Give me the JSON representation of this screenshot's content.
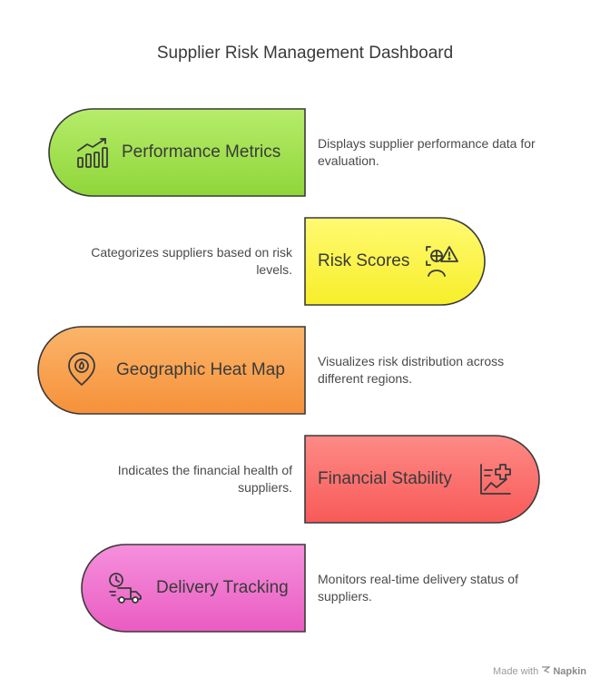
{
  "title": "Supplier Risk Management Dashboard",
  "colors": {
    "performance": "#9fe14a",
    "risk": "#fdf64a",
    "geo": "#f9a14a",
    "financial": "#fb6f6b",
    "delivery": "#f06fcd",
    "outline": "#3a3a3a"
  },
  "items": [
    {
      "label": "Performance Metrics",
      "description": "Displays supplier performance data for evaluation.",
      "icon": "bar-chart-trend-icon"
    },
    {
      "label": "Risk Scores",
      "description": "Categorizes suppliers based on risk levels.",
      "icon": "risk-warning-icon"
    },
    {
      "label": "Geographic Heat Map",
      "description": "Visualizes risk distribution across different regions.",
      "icon": "map-pin-heat-icon"
    },
    {
      "label": "Financial Stability",
      "description": "Indicates the financial health of suppliers.",
      "icon": "financial-chart-icon"
    },
    {
      "label": "Delivery Tracking",
      "description": "Monitors real-time delivery status of suppliers.",
      "icon": "delivery-truck-clock-icon"
    }
  ],
  "footer": {
    "prefix": "Made with",
    "brand": "Napkin"
  }
}
